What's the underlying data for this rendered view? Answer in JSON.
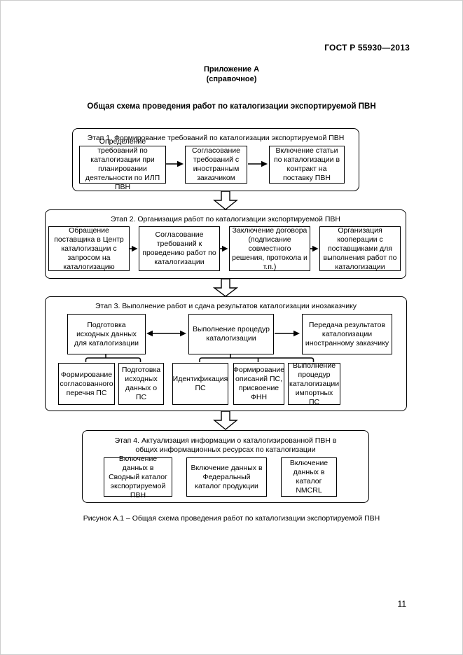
{
  "page": {
    "doc_number": "ГОСТ Р 55930—2013",
    "appendix_title": "Приложение А",
    "appendix_subtitle": "(справочное)",
    "main_title": "Общая схема проведения работ по каталогизации экспортируемой ПВН",
    "caption": "Рисунок А.1 – Общая схема проведения работ по каталогизации экспортируемой ПВН",
    "page_number": "11"
  },
  "diagram": {
    "stages": [
      {
        "title": "Этап 1. Формирование требований по каталогизации экспортируемой ПВН",
        "boxes": [
          "Определение требований по каталогизации при планировании деятельности по ИЛП ПВН",
          "Согласование требований с иностранным заказчиком",
          "Включение статьи по каталогизации в контракт на поставку ПВН"
        ]
      },
      {
        "title": "Этап 2. Организация работ по каталогизации экспортируемой ПВН",
        "boxes": [
          "Обращение поставщика в Центр каталогизации с запросом на каталогизацию",
          "Согласование требований к проведению работ по каталогизации",
          "Заключение договора (подписание совместного решения, протокола и т.п.)",
          "Организация кооперации с поставщиками для выполнения работ по каталогизации"
        ]
      },
      {
        "title": "Этап 3. Выполнение работ и сдача результатов каталогизации инозаказчику",
        "top_boxes": [
          "Подготовка исходных данных для каталогизации",
          "Выполнение процедур каталогизации",
          "Передача результатов каталогизации иностранному заказчику"
        ],
        "sub_boxes_left": [
          "Формирование согласованного перечня ПС",
          "Подготовка исходных данных о ПС"
        ],
        "sub_boxes_right": [
          "Идентификация ПС",
          "Формирование описаний ПС, присвоение ФНН",
          "Выполнение процедур каталогизации импортных ПС"
        ]
      },
      {
        "title": "Этап 4. Актуализация информации о каталогизированной ПВН в общих информационных ресурсах по каталогизации",
        "boxes": [
          "Включение данных в Сводный каталог экспортируемой ПВН",
          "Включение данных в Федеральный каталог продукции",
          "Включение данных в каталог NMCRL"
        ]
      }
    ]
  }
}
